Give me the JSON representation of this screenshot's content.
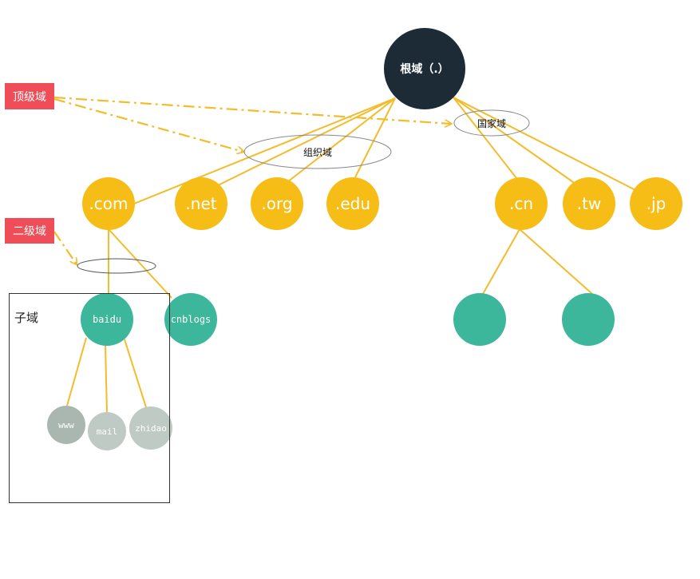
{
  "labels": {
    "top_level": "顶级域",
    "second_level": "二级域",
    "subdomain": "子域",
    "org_group": "组织域",
    "country_group": "国家域"
  },
  "nodes": {
    "root": "根域（.）",
    "com": ".com",
    "net": ".net",
    "org": ".org",
    "edu": ".edu",
    "cn": ".cn",
    "tw": ".tw",
    "jp": ".jp",
    "baidu": "baidu",
    "cnblogs": "cnblogs",
    "www": "www",
    "mail": "mail",
    "zhidao": "zhidao"
  },
  "colors": {
    "root": "#1c2b36",
    "tld": "#f7bd17",
    "second": "#3db79b",
    "sub_www": "#a9b7b0",
    "sub_other": "#bfcac4",
    "line": "#f2bc2a",
    "tag": "#ef4e58"
  }
}
